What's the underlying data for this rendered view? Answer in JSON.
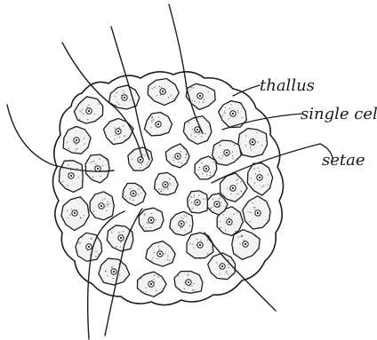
{
  "diagram": {
    "labels": {
      "thallus": "thallus",
      "single_cell": "single cell",
      "setae": "setae"
    }
  }
}
